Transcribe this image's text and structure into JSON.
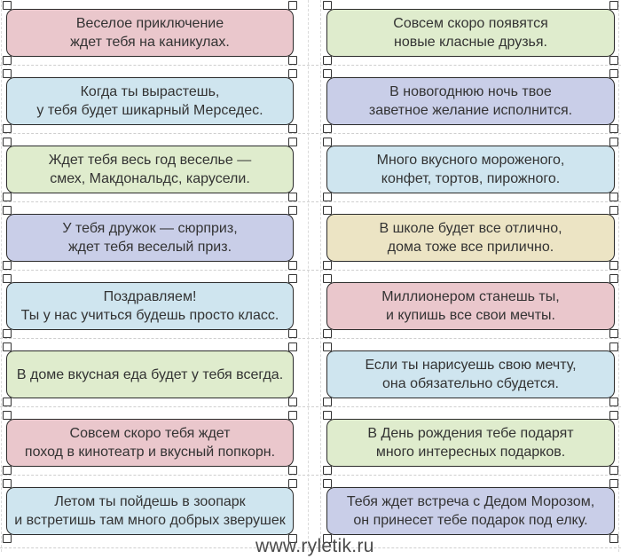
{
  "page": {
    "watermark": "www.ryletik.ru",
    "description": "Printable sheet of fortune-prediction cards for children, 2 columns x 8 rows, with cut marks"
  },
  "palette": {
    "pink": "#eac7cc",
    "blue": "#cfe5ef",
    "green": "#dfeccd",
    "lavender": "#c9cee8",
    "yellow": "#ece4c4",
    "card_border": "#2b2b2b",
    "text": "#333333",
    "cut_line": "#cfcfcf",
    "handle_fill": "#ffffff",
    "watermark_text": "#4a4a4a"
  },
  "cards": [
    {
      "column": "left",
      "row": 1,
      "color": "pink",
      "text": "Веселое приключение\nждет тебя на каникулах."
    },
    {
      "column": "right",
      "row": 1,
      "color": "green",
      "text": "Совсем скоро появятся\nновые класные друзья."
    },
    {
      "column": "left",
      "row": 2,
      "color": "blue",
      "text": "Когда ты вырастешь,\nу тебя будет шикарный Мерседес."
    },
    {
      "column": "right",
      "row": 2,
      "color": "lavender",
      "text": "В новогоднюю ночь твое\nзаветное желание исполнится."
    },
    {
      "column": "left",
      "row": 3,
      "color": "green",
      "text": "Ждет тебя весь год веселье —\nсмех, Макдональдс, карусели."
    },
    {
      "column": "right",
      "row": 3,
      "color": "blue",
      "text": "Много вкусного мороженого,\nконфет, тортов, пирожного."
    },
    {
      "column": "left",
      "row": 4,
      "color": "lavender",
      "text": "У тебя дружок — сюрприз,\nждет тебя веселый приз."
    },
    {
      "column": "right",
      "row": 4,
      "color": "yellow",
      "text": "В школе будет все отлично,\nдома тоже все прилично."
    },
    {
      "column": "left",
      "row": 5,
      "color": "blue",
      "text": "Поздравляем!\nТы у нас учиться будешь просто класс."
    },
    {
      "column": "right",
      "row": 5,
      "color": "pink",
      "text": "Миллионером станешь ты,\nи купишь все свои мечты."
    },
    {
      "column": "left",
      "row": 6,
      "color": "green",
      "text": "В доме вкусная еда будет у тебя всегда."
    },
    {
      "column": "right",
      "row": 6,
      "color": "blue",
      "text": "Если ты нарисуешь свою мечту,\nона обязательно сбудется."
    },
    {
      "column": "left",
      "row": 7,
      "color": "pink",
      "text": "Совсем скоро тебя ждет\nпоход в кинотеатр и вкусный попкорн."
    },
    {
      "column": "right",
      "row": 7,
      "color": "green",
      "text": "В День рождения тебе подарят\nмного интересных подарков."
    },
    {
      "column": "left",
      "row": 8,
      "color": "blue",
      "text": "Летом ты пойдешь в зоопарк\nи встретишь там много добрых зверушек"
    },
    {
      "column": "right",
      "row": 8,
      "color": "lavender",
      "text": "Тебя ждет встреча с Дедом Морозом,\nон принесет тебе подарок под елку."
    }
  ]
}
